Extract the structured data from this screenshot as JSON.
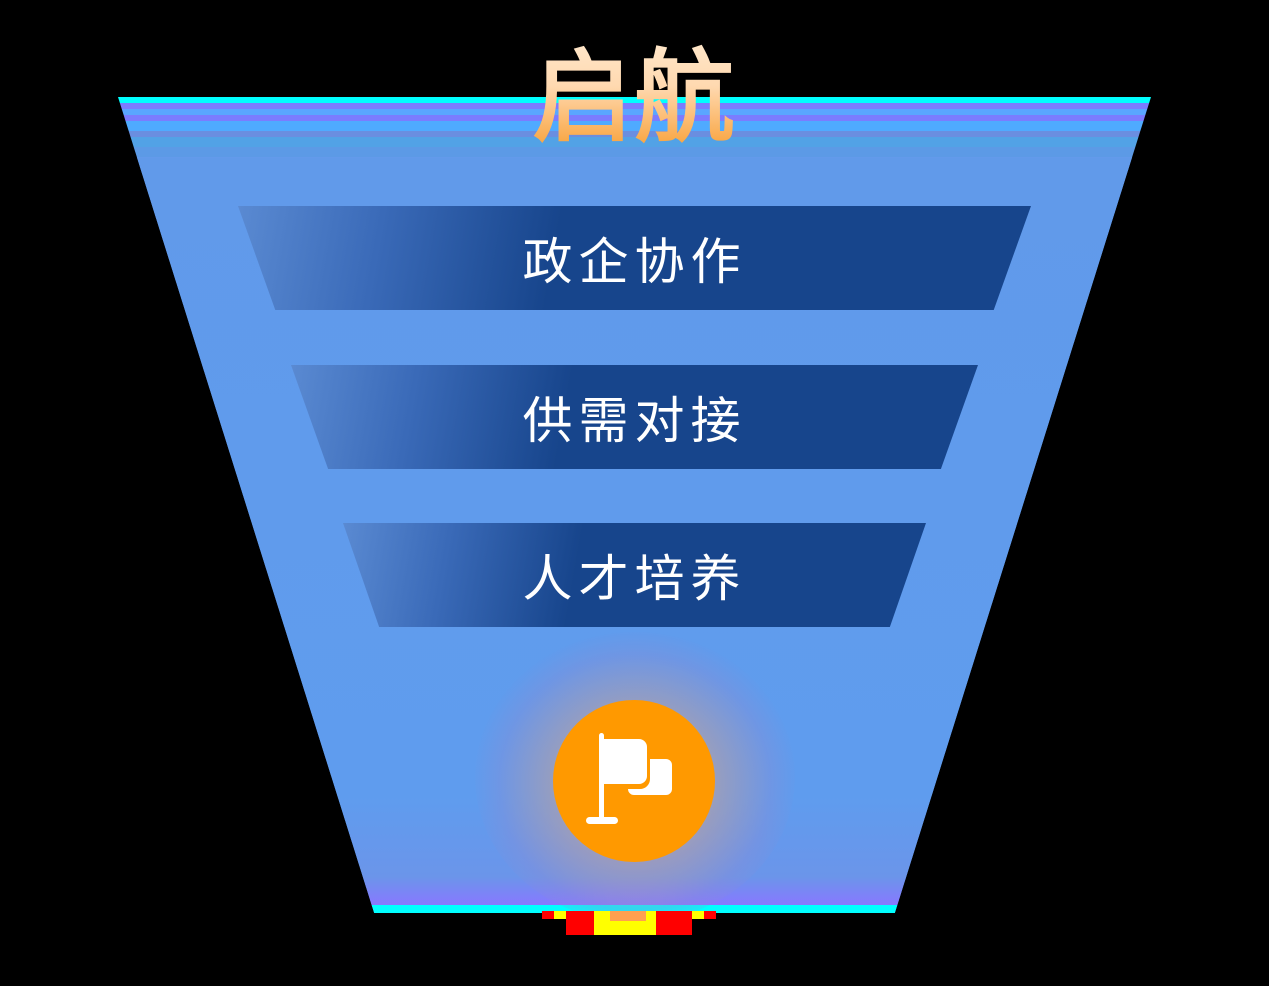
{
  "title": "启航",
  "funnel": {
    "levels": [
      {
        "label": "政企协作"
      },
      {
        "label": "供需对接"
      },
      {
        "label": "人才培养"
      }
    ]
  },
  "icon": {
    "name": "flag-icon",
    "color": "#ff9900"
  },
  "colors": {
    "background": "#000000",
    "funnel_fill": "#619aea",
    "funnel_edge": "#00ffff",
    "band_dark": "#17458c",
    "title_gradient_top": "#ffe8cc",
    "title_gradient_bottom": "#f79a2a"
  }
}
